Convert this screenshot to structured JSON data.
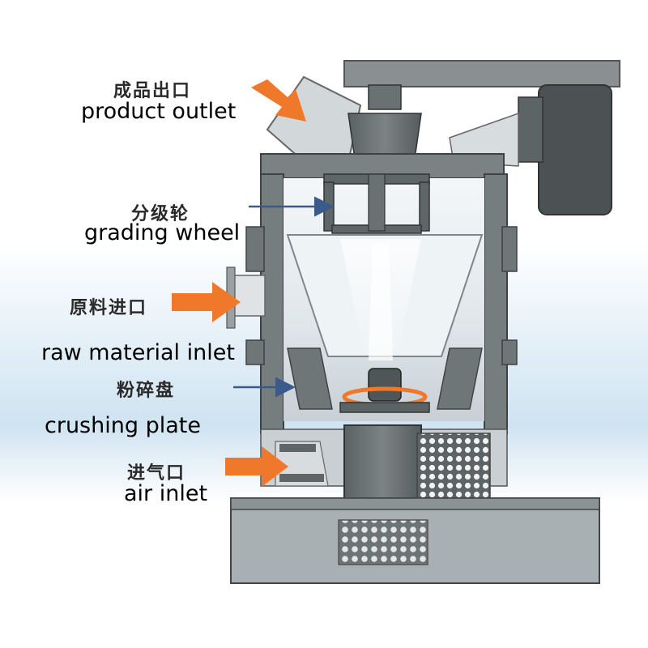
{
  "labels": {
    "product_outlet": {
      "cn": "成品出口",
      "en": "product outlet"
    },
    "grading_wheel": {
      "cn": "分级轮",
      "en": "grading wheel"
    },
    "raw_material_inlet": {
      "cn": "原料进口",
      "en": "raw material inlet"
    },
    "crushing_plate": {
      "cn": "粉碎盘",
      "en": "crushing plate"
    },
    "air_inlet": {
      "cn": "进气口",
      "en": "air inlet"
    }
  },
  "colors": {
    "arrow_orange": "#f0782a",
    "pointer_blue": "#3a5a8c",
    "machine_steel": "#6f7678",
    "machine_dark": "#3f4546",
    "chamber_light": "#e8eef2",
    "sky": "#d4e6f3"
  }
}
